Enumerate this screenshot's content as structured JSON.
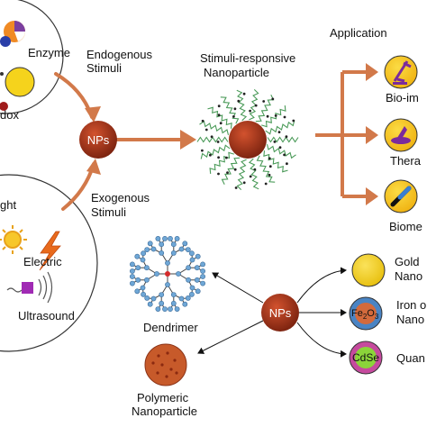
{
  "endogenous": {
    "enzyme": "Enzyme",
    "redox": "dox",
    "line1": "Endogenous",
    "line2": "Stimuli"
  },
  "exogenous": {
    "light": "ght",
    "electric": "Electric",
    "ultrasound": "Ultrasound",
    "line1": "Exogenous",
    "line2": "Stimuli"
  },
  "center_np": "NPs",
  "stimuli_np": {
    "line1": "Stimuli-responsive",
    "line2": "Nanoparticle"
  },
  "application": {
    "title": "Application",
    "items": [
      "Bio-im",
      "Thera",
      "Biome"
    ]
  },
  "bottom_np": "NPs",
  "nanoparticles": {
    "dendrimer": "Dendrimer",
    "polymeric_line1": "Polymeric",
    "polymeric_line2": "Nanoparticle",
    "gold_line1": "Gold",
    "gold_line2": "Nano",
    "iron_formula": "Fe2O3",
    "iron_line1": "Iron o",
    "iron_line2": "Nano",
    "cdse_label": "CdSe",
    "quantum": "Quan"
  },
  "colors": {
    "arrow": "#d2794a",
    "np": "#a8341a",
    "gold": "#f4d21e",
    "iron_outer": "#4a84c4",
    "iron_inner": "#d46a3c",
    "cdse_outer": "#c64a9e",
    "cdse_inner": "#8bd43a"
  }
}
